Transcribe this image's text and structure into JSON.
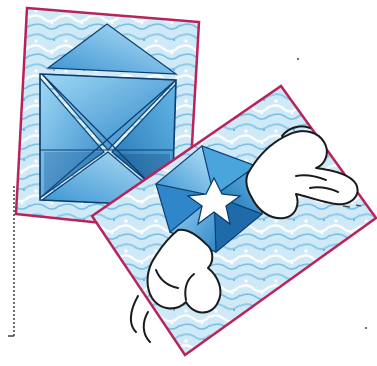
{
  "illustration": {
    "subject": "origami-fortune-teller-folding",
    "cards": [
      {
        "id": "card-left",
        "shows": "folded-square-envelope"
      },
      {
        "id": "card-right",
        "shows": "hands-opening-fortune-teller"
      }
    ]
  },
  "colors": {
    "background": "#ffffff",
    "card_border": "#b8235a",
    "ice_light": "#e4f3fb",
    "ice_mid": "#a9d6ef",
    "ice_dark": "#5ab2df",
    "paper_light": "#8fd0f2",
    "paper_mid": "#3f9fd9",
    "paper_dark": "#1e6fb0",
    "fold_line": "#0c3d6e",
    "hand_fill": "#ffffff",
    "hand_stroke": "#1a1a1a"
  }
}
